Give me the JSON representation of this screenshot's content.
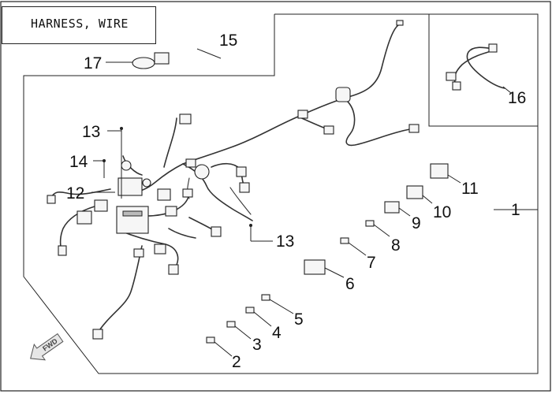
{
  "title": "HARNESS, WIRE",
  "callouts": {
    "c1": "1",
    "c2": "2",
    "c3": "3",
    "c4": "4",
    "c5": "5",
    "c6": "6",
    "c7": "7",
    "c8": "8",
    "c9": "9",
    "c10": "10",
    "c11": "11",
    "c12": "12",
    "c13a": "13",
    "c13b": "13",
    "c14": "14",
    "c15": "15",
    "c16": "16",
    "c17": "17"
  },
  "fwd_label": "FWD"
}
